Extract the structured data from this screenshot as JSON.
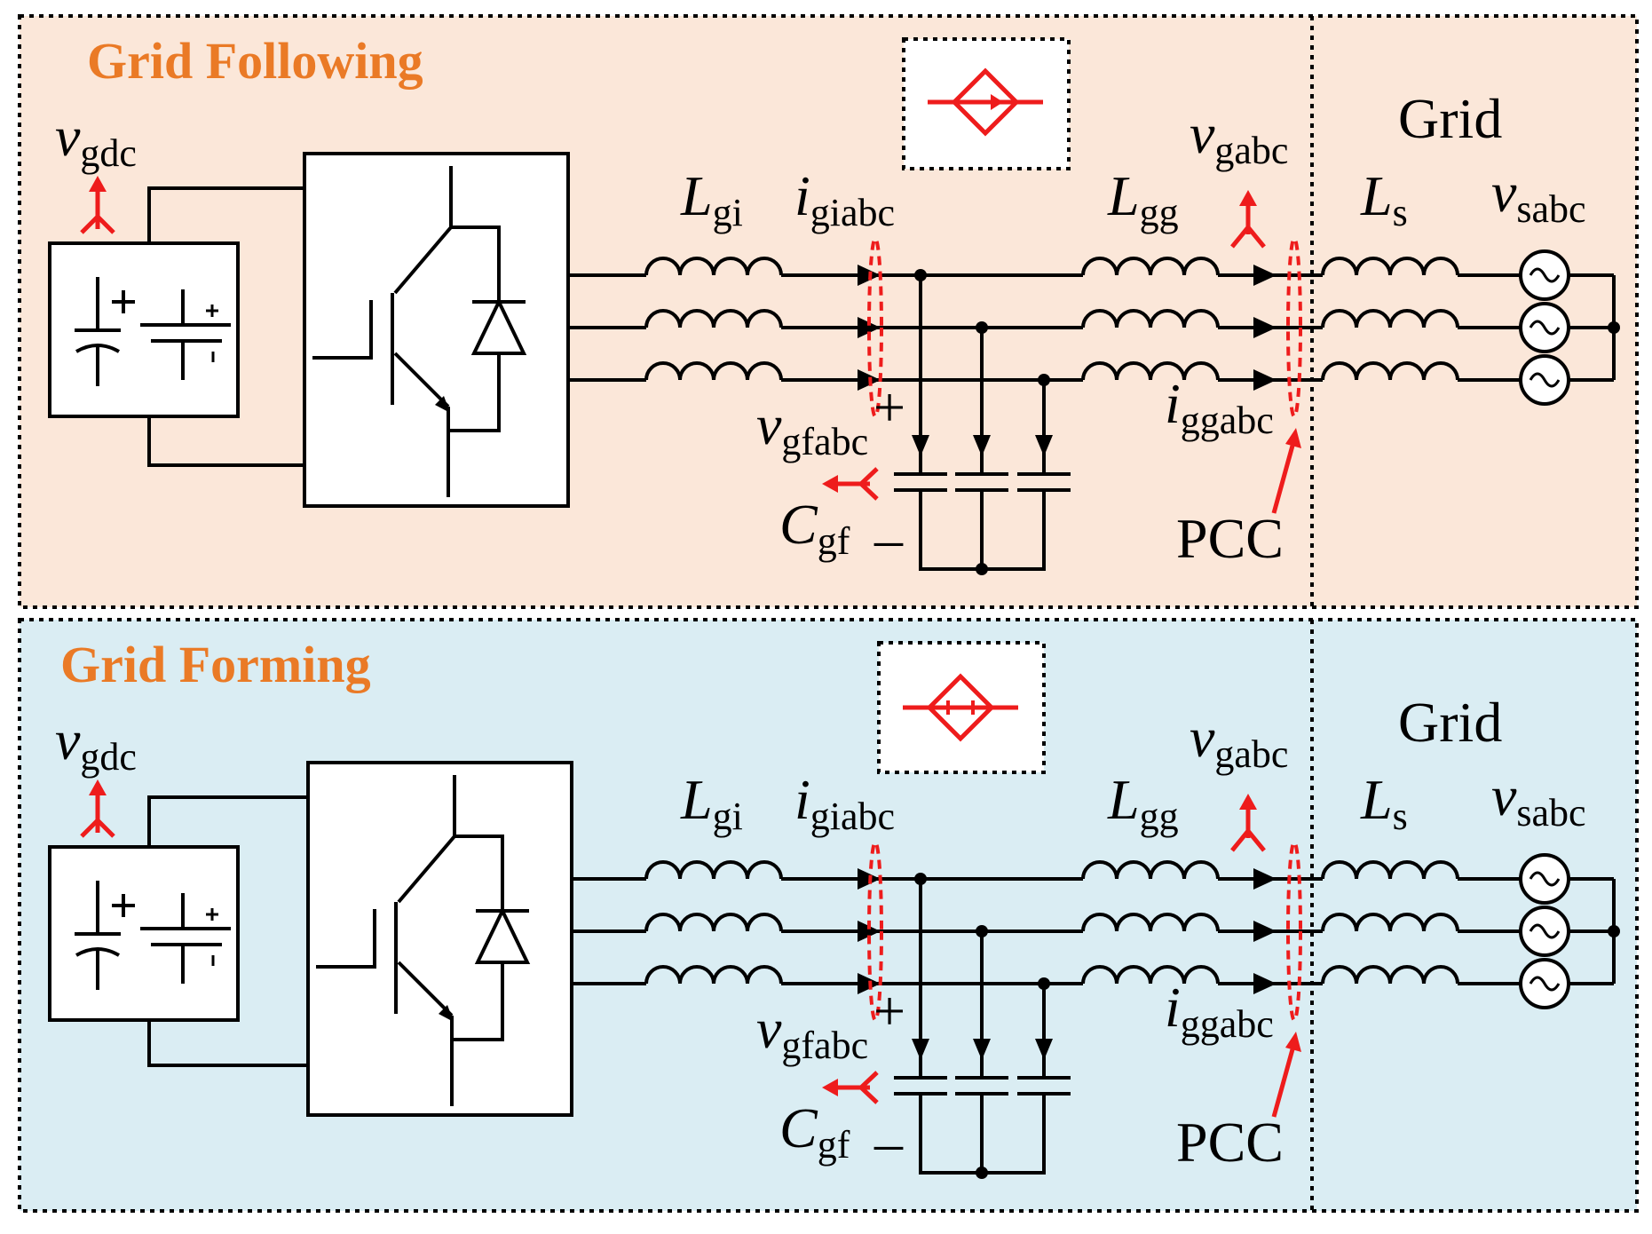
{
  "colors": {
    "following_bg": "#fbe7d9",
    "forming_bg": "#daedf3",
    "title": "#ea7a26",
    "accent_red": "#ee1c1c",
    "line": "#000000"
  },
  "icons": {
    "current_source": "dependent-current-source-icon",
    "voltage_source": "dependent-voltage-source-icon",
    "ac_source": "ac-voltage-source-icon",
    "measurement_probe": "measurement-probe-icon"
  },
  "panels": [
    {
      "title": "Grid Following",
      "grid_label": "Grid",
      "labels": {
        "vgdc": {
          "main": "v",
          "sub": "gdc"
        },
        "Lgi": {
          "main": "L",
          "sub": "gi"
        },
        "igiabc": {
          "main": "i",
          "sub": "giabc"
        },
        "Lgg": {
          "main": "L",
          "sub": "gg"
        },
        "vgabc": {
          "main": "v",
          "sub": "gabc"
        },
        "Ls": {
          "main": "L",
          "sub": "s"
        },
        "vsabc": {
          "main": "v",
          "sub": "sabc"
        },
        "vgfabc": {
          "main": "v",
          "sub": "gfabc"
        },
        "Cgf": {
          "main": "C",
          "sub": "gf"
        },
        "iggabc": {
          "main": "i",
          "sub": "ggabc"
        },
        "pcc": "PCC",
        "plus": "+",
        "minus": "–"
      }
    },
    {
      "title": "Grid Forming",
      "grid_label": "Grid",
      "labels": {
        "vgdc": {
          "main": "v",
          "sub": "gdc"
        },
        "Lgi": {
          "main": "L",
          "sub": "gi"
        },
        "igiabc": {
          "main": "i",
          "sub": "giabc"
        },
        "Lgg": {
          "main": "L",
          "sub": "gg"
        },
        "vgabc": {
          "main": "v",
          "sub": "gabc"
        },
        "Ls": {
          "main": "L",
          "sub": "s"
        },
        "vsabc": {
          "main": "v",
          "sub": "sabc"
        },
        "vgfabc": {
          "main": "v",
          "sub": "gfabc"
        },
        "Cgf": {
          "main": "C",
          "sub": "gf"
        },
        "iggabc": {
          "main": "i",
          "sub": "ggabc"
        },
        "pcc": "PCC",
        "plus": "+",
        "minus": "–"
      }
    }
  ]
}
